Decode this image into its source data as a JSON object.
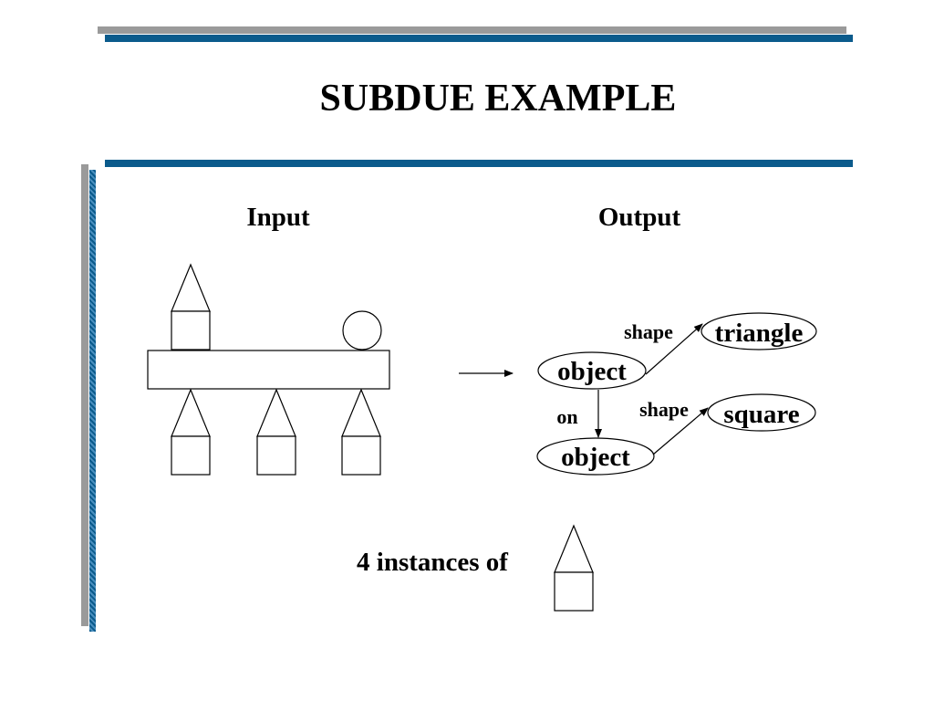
{
  "title": "SUBDUE EXAMPLE",
  "input_label": "Input",
  "output_label": "Output",
  "graph": {
    "nodes": {
      "object_top": "object",
      "object_bottom": "object",
      "triangle": "triangle",
      "square": "square"
    },
    "edges": {
      "shape_top": "shape",
      "shape_bottom": "shape",
      "on": "on"
    }
  },
  "instances_text": "4 instances of",
  "colors": {
    "accent_blue": "#0b5b8c",
    "accent_gray": "#9a9a9a"
  }
}
